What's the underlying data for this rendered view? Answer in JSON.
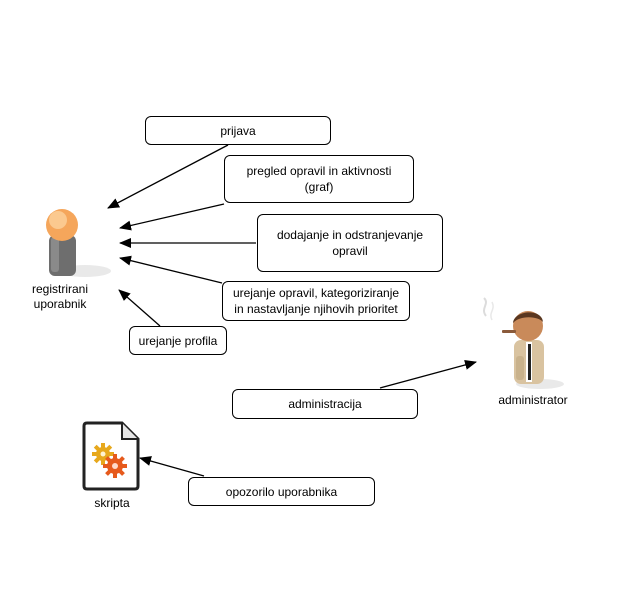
{
  "actors": {
    "registered_user": "registrirani uporabnik",
    "administrator": "administrator",
    "script": "skripta"
  },
  "use_cases": {
    "login": "prijava",
    "overview": "pregled opravil in aktivnosti (graf)",
    "add_remove": "dodajanje in odstranjevanje opravil",
    "edit_tasks": "urejanje opravil, kategoriziranje in nastavljanje njihovih prioritet",
    "edit_profile": "urejanje profila",
    "administration": "administracija",
    "notify_user": "opozorilo uporabnika"
  },
  "icons": {
    "registered_user": "person-icon",
    "administrator": "person-icon",
    "script": "gears-document-icon"
  },
  "colors": {
    "user_head": "#F5A65B",
    "user_body": "#6E6E6E",
    "admin_skin": "#C98A5A",
    "admin_coat": "#D9C3A0",
    "gear_1": "#E7A81C",
    "gear_2": "#E65A1C",
    "line": "#000000"
  }
}
